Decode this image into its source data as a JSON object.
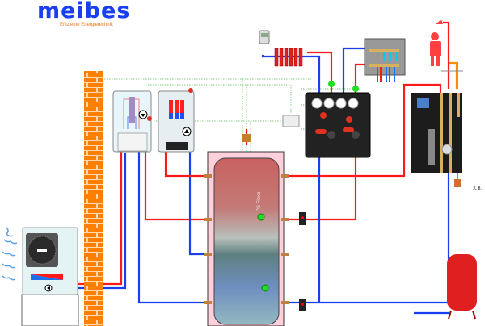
{
  "logo": {
    "name": "meibes",
    "tagline": "Effiziente Energietechnik"
  },
  "tank": {
    "label": "PS Flexo"
  },
  "labels": {
    "xb": "X.B."
  },
  "colors": {
    "hot": "#ff1a1a",
    "cold": "#1a3ff0",
    "brick": "#ff8000",
    "signal": "#7fc97f",
    "sensor": "#22dd22",
    "dhw": "#ff8c00",
    "tank_top": "#c8625f",
    "tank_bottom": "#6f8fc0"
  }
}
